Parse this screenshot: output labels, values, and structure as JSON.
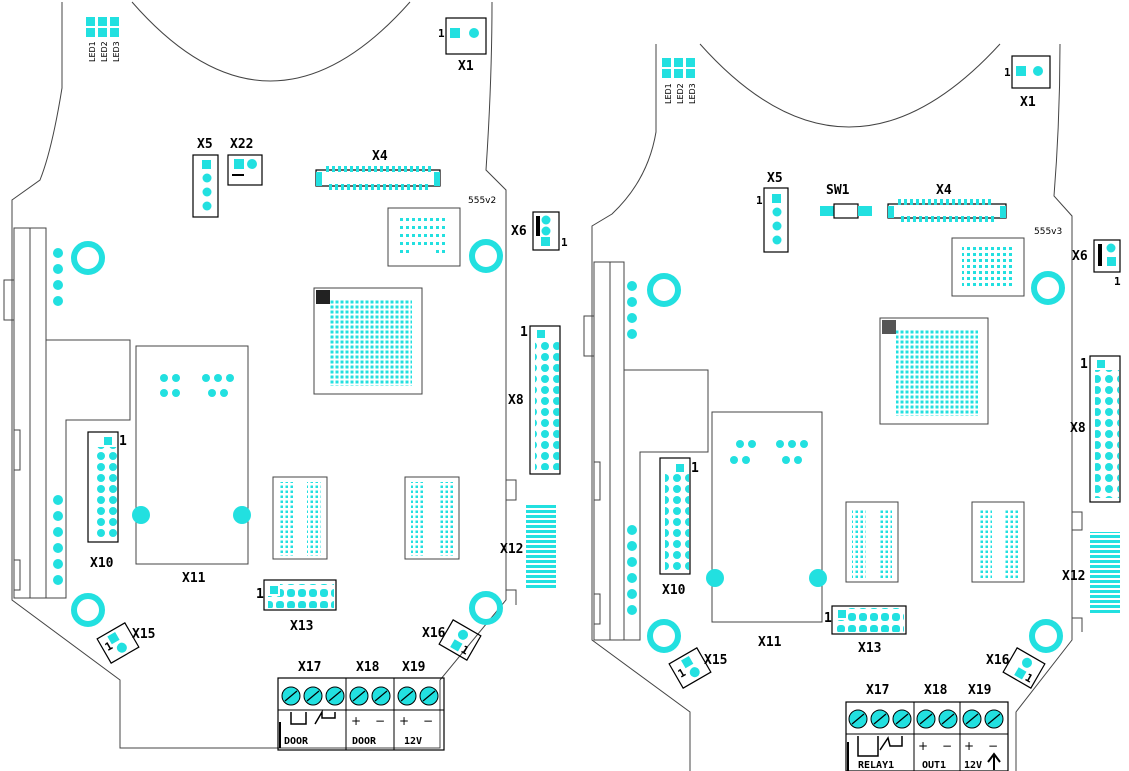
{
  "board_left": {
    "version": "555v2",
    "leds": [
      "LED1",
      "LED2",
      "LED3"
    ],
    "connectors": {
      "x1": "X1",
      "x5": "X5",
      "x22": "X22",
      "x4": "X4",
      "x6": "X6",
      "x8": "X8",
      "x10": "X10",
      "x11": "X11",
      "x12": "X12",
      "x13": "X13",
      "x15": "X15",
      "x16": "X16",
      "x17": "X17",
      "x18": "X18",
      "x19": "X19"
    },
    "pin_marks": {
      "x1": "1",
      "x6": "1",
      "x8": "1",
      "x10": "1",
      "x13": "1",
      "x15": "1",
      "x16": "1"
    },
    "terminal_labels": {
      "x17": "DOOR",
      "x18": "DOOR",
      "x19": "12V"
    },
    "polarity": {
      "plus": "+",
      "minus": "−"
    }
  },
  "board_right": {
    "version": "555v3",
    "leds": [
      "LED1",
      "LED2",
      "LED3"
    ],
    "connectors": {
      "x1": "X1",
      "x5": "X5",
      "sw1": "SW1",
      "x4": "X4",
      "x6": "X6",
      "x8": "X8",
      "x10": "X10",
      "x11": "X11",
      "x12": "X12",
      "x13": "X13",
      "x15": "X15",
      "x16": "X16",
      "x17": "X17",
      "x18": "X18",
      "x19": "X19"
    },
    "pin_marks": {
      "x1": "1",
      "x5": "1",
      "x6": "1",
      "x8": "1",
      "x10": "1",
      "x13": "1",
      "x15": "1",
      "x16": "1"
    },
    "terminal_labels": {
      "x17": "RELAY1",
      "x18": "OUT1",
      "x19": "12V"
    },
    "polarity": {
      "plus": "+",
      "minus": "−"
    }
  },
  "colors": {
    "pad": "#22e0e0",
    "outline": "#444444",
    "text": "#000000"
  }
}
